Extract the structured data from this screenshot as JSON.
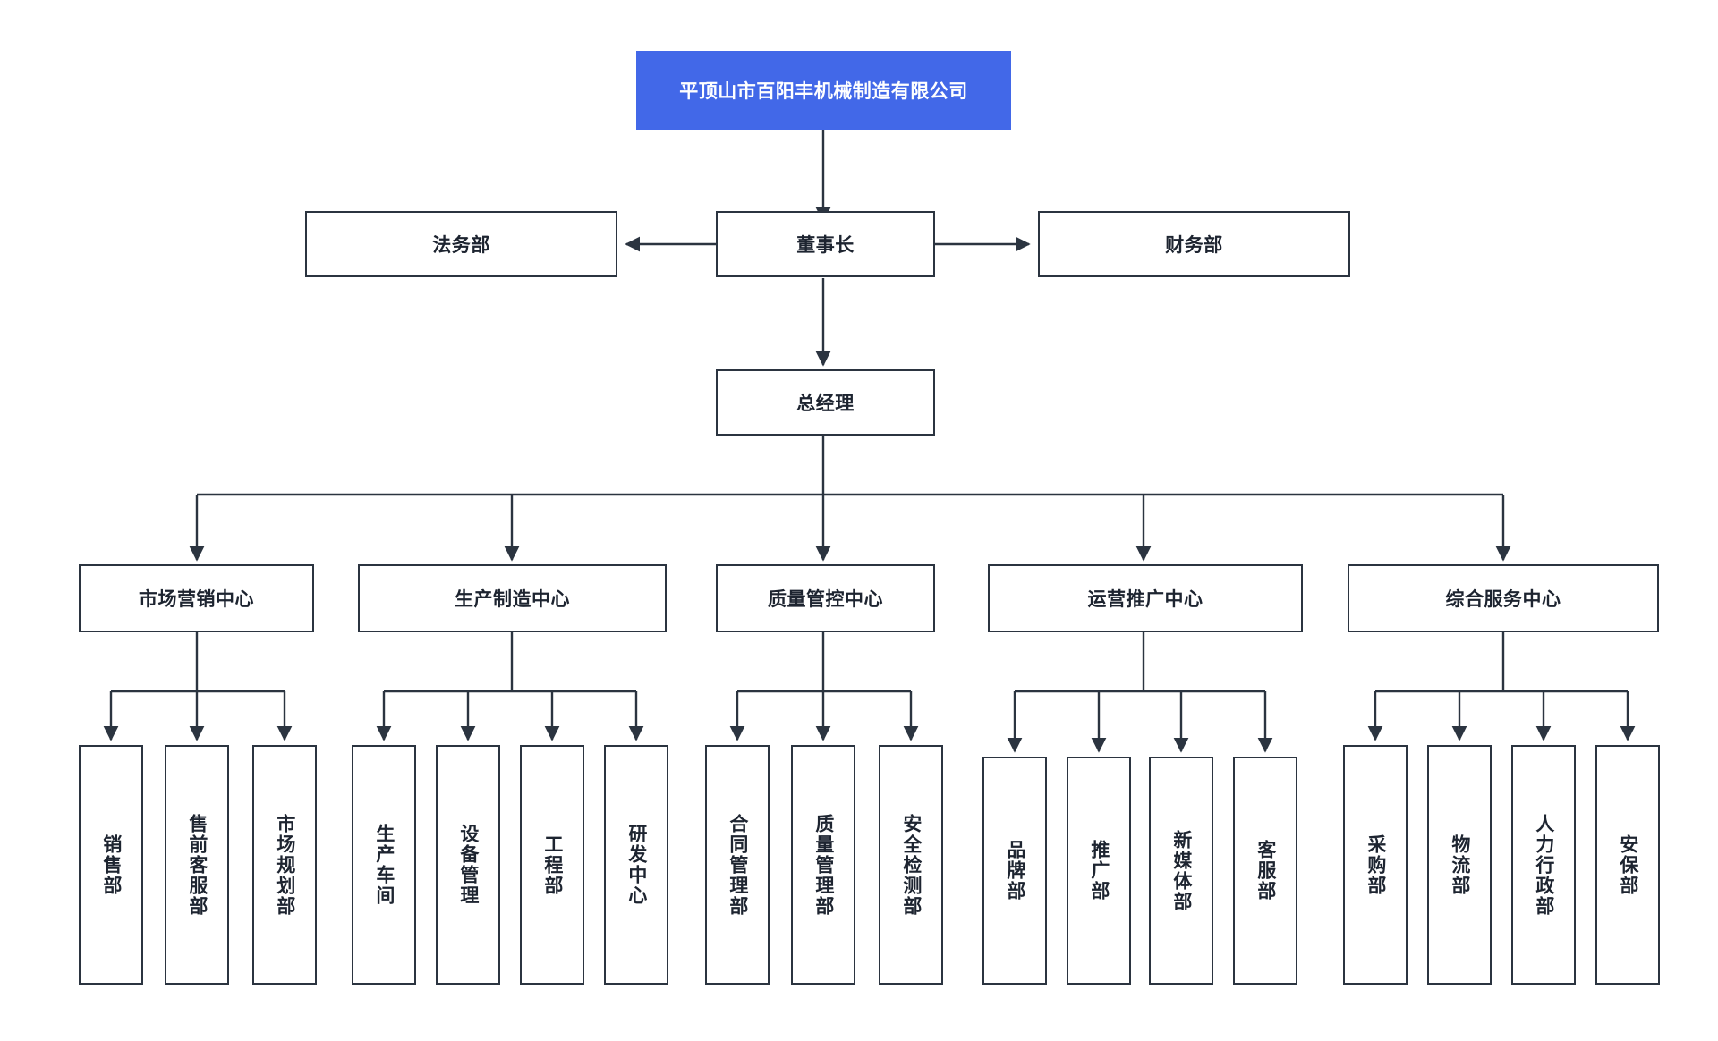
{
  "chart": {
    "type": "org-chart",
    "title": "平顶山市百阳丰机械制造有限公司",
    "accent_color": "#4268e8",
    "border_color": "#2b3440",
    "text_color": "#1d2430",
    "background_color": "#ffffff"
  },
  "root": {
    "label": "平顶山市百阳丰机械制造有限公司"
  },
  "executive": {
    "chairman": "董事长",
    "legal": "法务部",
    "finance": "财务部",
    "general_manager": "总经理"
  },
  "centers": [
    {
      "label": "市场营销中心",
      "departments": [
        "销售部",
        "售前客服部",
        "市场规划部"
      ]
    },
    {
      "label": "生产制造中心",
      "departments": [
        "生产车间",
        "设备管理",
        "工程部",
        "研发中心"
      ]
    },
    {
      "label": "质量管控中心",
      "departments": [
        "合同管理部",
        "质量管理部",
        "安全检测部"
      ]
    },
    {
      "label": "运营推广中心",
      "departments": [
        "品牌部",
        "推广部",
        "新媒体部",
        "客服部"
      ]
    },
    {
      "label": "综合服务中心",
      "departments": [
        "采购部",
        "物流部",
        "人力行政部",
        "安保部"
      ]
    }
  ]
}
